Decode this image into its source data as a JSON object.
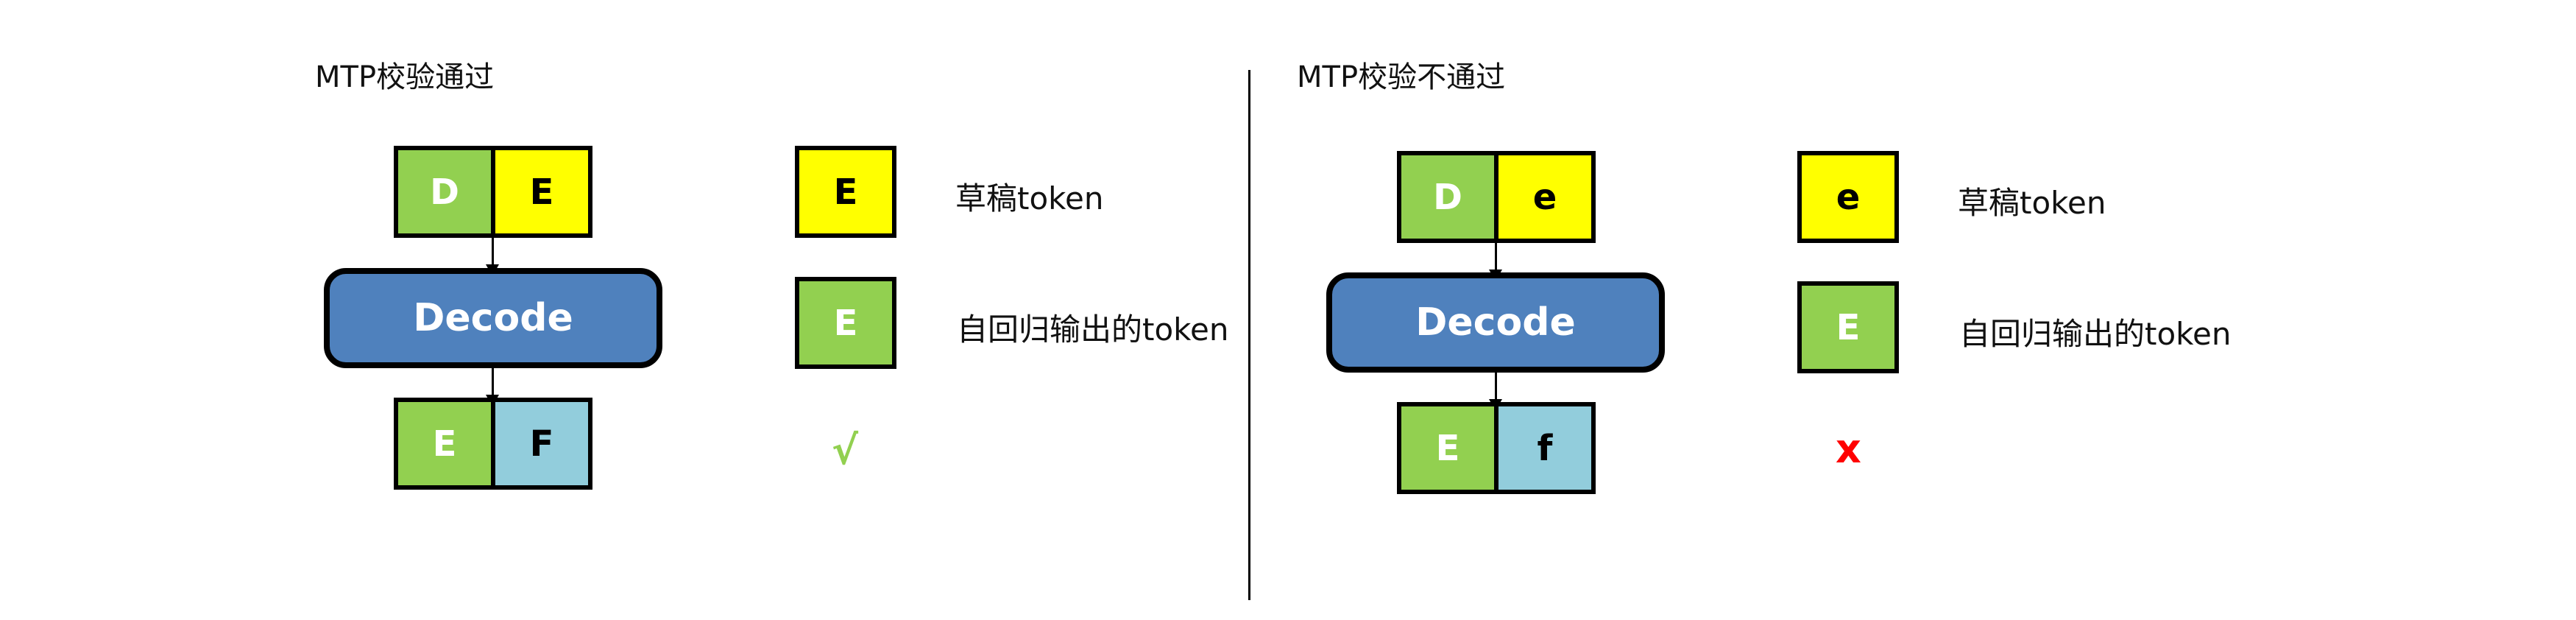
{
  "left": {
    "title": "MTP校验通过",
    "input_tokens": [
      "D",
      "E"
    ],
    "decode_label": "Decode",
    "output_tokens": [
      "E",
      "F"
    ],
    "legend": {
      "draft_token": "E",
      "draft_label": "草稿token",
      "ar_token": "E",
      "ar_label": "自回归输出的token"
    },
    "result_mark": "√",
    "result_color": "#92D050"
  },
  "right": {
    "title": "MTP校验不通过",
    "input_tokens": [
      "D",
      "e"
    ],
    "decode_label": "Decode",
    "output_tokens": [
      "E",
      "f"
    ],
    "legend": {
      "draft_token": "e",
      "draft_label": "草稿token",
      "ar_token": "E",
      "ar_label": "自回归输出的token"
    },
    "result_mark": "x",
    "result_color": "#FF0000"
  },
  "colors": {
    "draft": "#FFFF00",
    "autoregressive": "#92D050",
    "next_token": "#92CDDC",
    "decode": "#4F81BD"
  }
}
